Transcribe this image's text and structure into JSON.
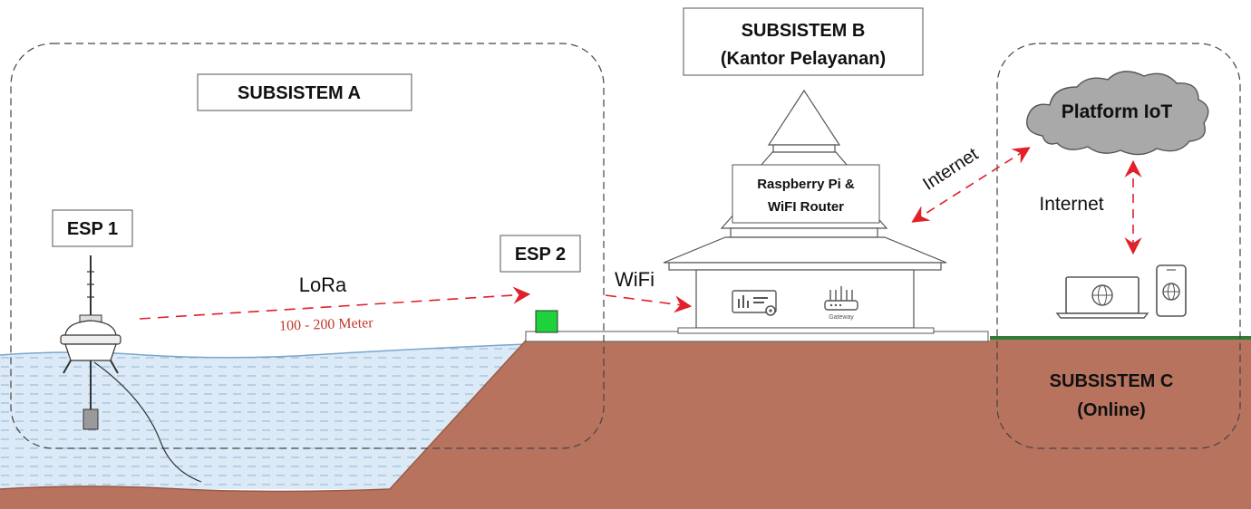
{
  "subsystem_a": {
    "title": "SUBSISTEM A"
  },
  "subsystem_b": {
    "title": "SUBSISTEM B",
    "subtitle": "(Kantor Pelayanan)"
  },
  "subsystem_c": {
    "title": "SUBSISTEM C",
    "subtitle": "(Online)"
  },
  "esp1": {
    "label": "ESP 1"
  },
  "esp2": {
    "label": "ESP 2"
  },
  "links": {
    "lora": "LoRa",
    "lora_range": "100 - 200 Meter",
    "wifi": "WiFi",
    "internet_diagonal": "Internet",
    "internet_vertical": "Internet"
  },
  "building": {
    "line1": "Raspberry Pi &",
    "line2": "WiFI Router",
    "gateway_caption": "Gateway"
  },
  "cloud": {
    "label": "Platform IoT"
  },
  "devices": [
    "laptop-icon",
    "smartphone-icon"
  ],
  "colors": {
    "ground": "#b8735e",
    "water": "#dbeaf6",
    "arrow": "#e0202a",
    "grass": "#2e7d3a",
    "sensor_box": "#1fd13a",
    "cloud": "#a9a9a9"
  }
}
